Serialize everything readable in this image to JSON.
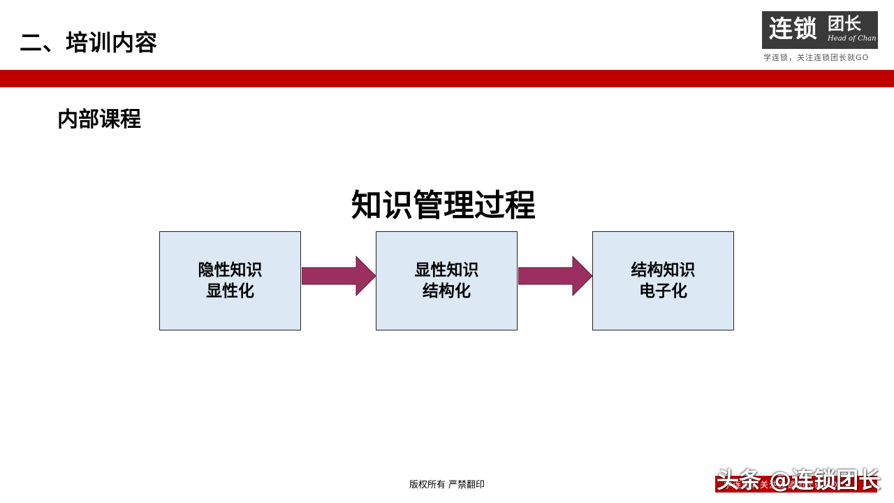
{
  "header": {
    "title": "二、培训内容"
  },
  "logo": {
    "main_text": "连锁",
    "side_text": "团长",
    "english_text": "Head of Chan",
    "slogan": "学连锁，关注连锁团长就GO"
  },
  "section": {
    "title": "内部课程"
  },
  "diagram": {
    "title": "知识管理过程",
    "steps": [
      {
        "line1": "隐性知识",
        "line2": "显性化"
      },
      {
        "line1": "显性知识",
        "line2": "结构化"
      },
      {
        "line1": "结构知识",
        "line2": "电子化"
      }
    ]
  },
  "footer": {
    "copyright": "版权所有  严禁翻印",
    "slogan": "学连锁，关注连锁团长就GO",
    "watermark": "头条 @连锁团长"
  },
  "colors": {
    "accent_red": "#c00000",
    "box_fill": "#dce9f5",
    "arrow_fill": "#9b3060",
    "logo_bg": "#3a3a3a"
  }
}
